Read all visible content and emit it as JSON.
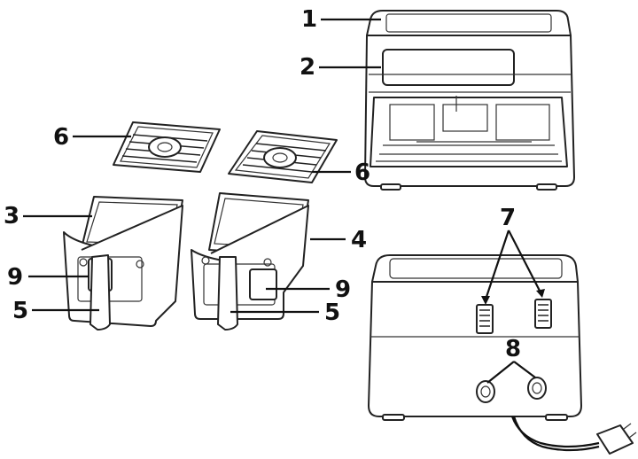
{
  "callouts": [
    {
      "id": "c1",
      "label": "1"
    },
    {
      "id": "c2",
      "label": "2"
    },
    {
      "id": "c3",
      "label": "3"
    },
    {
      "id": "c4",
      "label": "4"
    },
    {
      "id": "c5a",
      "label": "5"
    },
    {
      "id": "c5b",
      "label": "5"
    },
    {
      "id": "c6a",
      "label": "6"
    },
    {
      "id": "c6b",
      "label": "6"
    },
    {
      "id": "c7",
      "label": "7"
    },
    {
      "id": "c8",
      "label": "8"
    },
    {
      "id": "c9a",
      "label": "9"
    },
    {
      "id": "c9b",
      "label": "9"
    }
  ]
}
